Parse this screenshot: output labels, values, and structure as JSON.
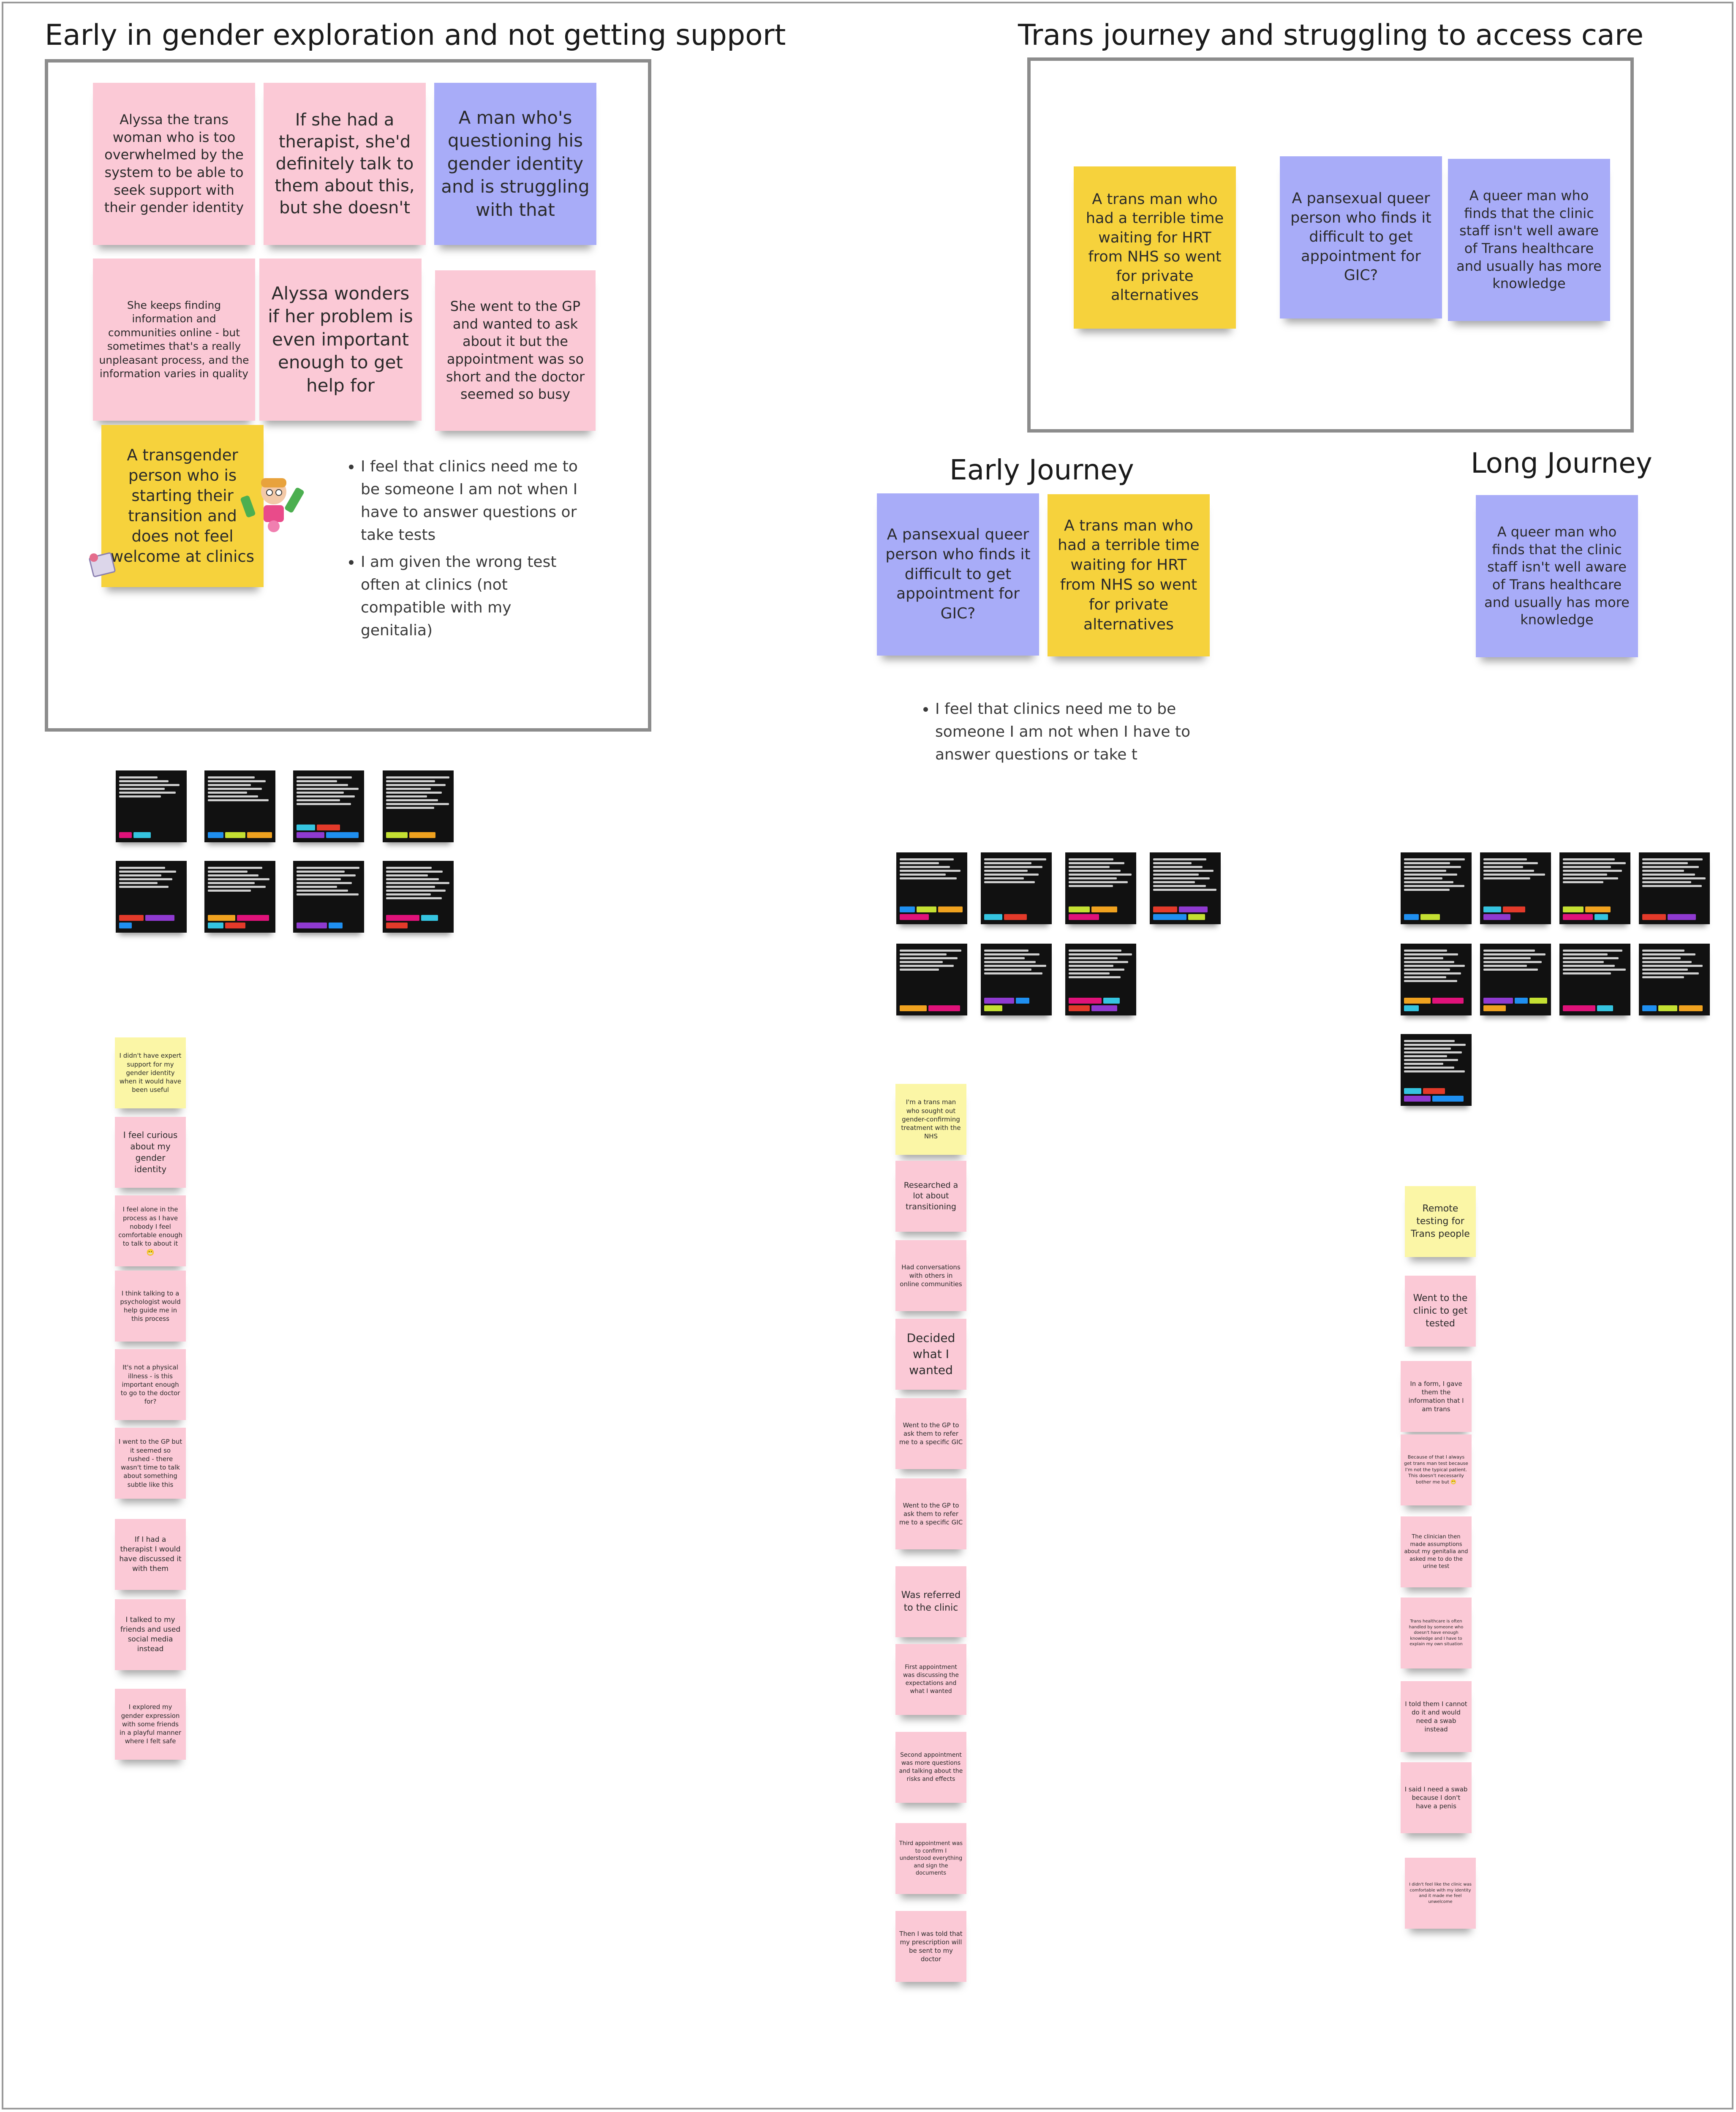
{
  "groups": {
    "early_support": {
      "title": "Early in gender exploration and not getting support",
      "stickies": [
        {
          "text": "Alyssa the trans woman who is too overwhelmed by the system to be able to seek support with their gender identity",
          "color": "#fbc9d6"
        },
        {
          "text": "If she had a therapist, she'd definitely talk to them about this, but she doesn't",
          "color": "#fbc9d6"
        },
        {
          "text": "A man who's questioning his gender identity and is struggling with that",
          "color": "#a8acf8"
        },
        {
          "text": "She keeps finding information and communities online - but sometimes that's a really unpleasant process, and the information varies in quality",
          "color": "#fbc9d6"
        },
        {
          "text": "Alyssa wonders if her problem is even important enough to get help for",
          "color": "#fbc9d6"
        },
        {
          "text": "She went to the GP and wanted to ask about it but the appointment was so short and the doctor seemed so busy",
          "color": "#fbc9d6"
        },
        {
          "text": "A transgender person who is starting their transition and does not feel welcome at clinics",
          "color": "#f6d23c"
        }
      ],
      "bullets": [
        "I feel that clinics need me to be someone I am not when I have to answer questions or take tests",
        "I am given the wrong test often at clinics (not compatible with my genitalia)"
      ]
    },
    "trans_access": {
      "title": "Trans journey and struggling to access care",
      "stickies": [
        {
          "text": "A trans man who had a terrible time waiting for HRT from NHS so went for private alternatives",
          "color": "#f6d23c"
        },
        {
          "text": "A pansexual queer person who finds it difficult to get appointment for GIC?",
          "color": "#a8acf8"
        },
        {
          "text": "A queer man who finds that the clinic staff isn't well aware of Trans healthcare and usually has more knowledge",
          "color": "#a8acf8"
        }
      ]
    },
    "early_journey": {
      "title": "Early Journey",
      "stickies": [
        {
          "text": "A pansexual queer person who finds it difficult to get appointment for GIC?",
          "color": "#a8acf8"
        },
        {
          "text": "A trans man who had a terrible time waiting for HRT from NHS so went for private alternatives",
          "color": "#f6d23c"
        }
      ],
      "bullet": "I feel that clinics need me to be someone I am not when I have to answer questions or take t"
    },
    "long_journey": {
      "title": "Long Journey",
      "stickies": [
        {
          "text": "A queer man who finds that the clinic staff isn't well aware of Trans healthcare and usually has more knowledge",
          "color": "#a8acf8"
        }
      ]
    }
  },
  "columns": {
    "left": [
      "I didn't have expert support for my gender identity when it would have been useful",
      "I feel curious about my gender identity",
      "I feel alone in the process as I have nobody I feel comfortable enough to talk to about it 😬",
      "I think talking to a psychologist would help guide me in this process",
      "It's not a physical illness - is this important enough to go to the doctor for?",
      "I went to the GP but it seemed so rushed - there wasn't time to talk about something subtle like this",
      "If I had a therapist I would have discussed it with them",
      "I talked to my friends and used social media instead",
      "I explored my gender expression with some friends in a playful manner where I felt safe"
    ],
    "middle": [
      "I'm a trans man who sought out gender-confirming treatment with the NHS",
      "Researched a lot about transitioning",
      "Had conversations with others in online communities",
      "Decided what I wanted",
      "Went to the GP to ask them to refer me to a specific GIC",
      "Went to the GP to ask them to refer me to a specific GIC",
      "Was referred to the clinic",
      "First appointment was discussing the expectations and what I wanted",
      "Second appointment was more questions and talking about the risks and effects",
      "Third appointment was to confirm I understood everything and sign the documents",
      "Then I was told that my prescription will be sent to my doctor"
    ],
    "right": [
      "Remote testing for Trans people",
      "Went to the clinic to get tested",
      "In a form, I gave them the information that I am trans",
      "Because of that I always get trans man test because I'm not the typical patient. This doesn't necessarily bother me but 😬",
      "The clinician then made assumptions about my genitalia and asked me to do the urine test",
      "Trans healthcare is often handled by someone who doesn't have enough knowledge and I have to explain my own situation",
      "I told them I cannot do it and would need a swab instead",
      "I said I need a swab because I don't have a penis",
      "I didn't feel like the clinic was comfortable with my identity and it made me feel unwelcome"
    ]
  }
}
